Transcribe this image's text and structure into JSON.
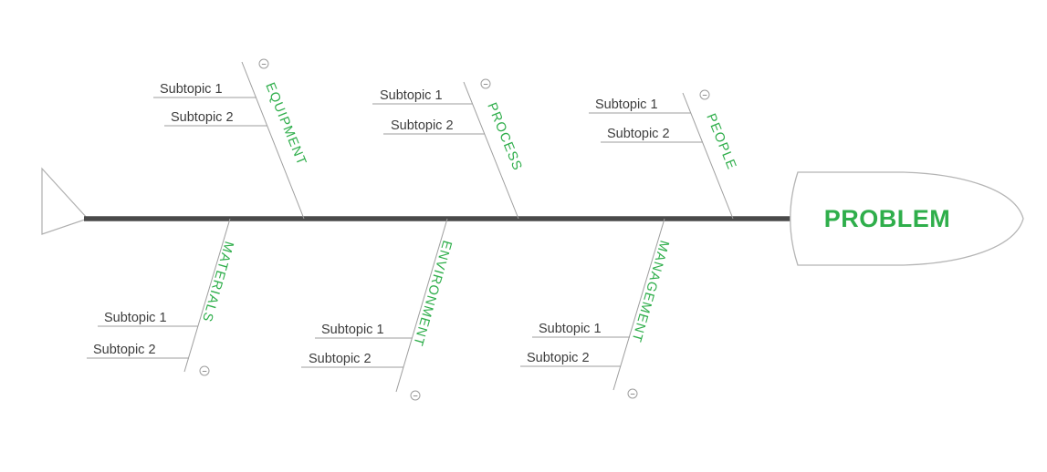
{
  "diagram": {
    "type": "fishbone",
    "problem": {
      "label": "PROBLEM"
    },
    "collapse_glyph": "−",
    "colors": {
      "accent_green": "#2fae4b",
      "spine_gray": "#4a4a4a",
      "line_gray": "#9e9e9e",
      "text_dark": "#3d3d3d",
      "background": "#ffffff"
    },
    "categories": [
      {
        "name": "EQUIPMENT",
        "side": "top",
        "subtopics": [
          "Subtopic 1",
          "Subtopic 2"
        ]
      },
      {
        "name": "PROCESS",
        "side": "top",
        "subtopics": [
          "Subtopic 1",
          "Subtopic 2"
        ]
      },
      {
        "name": "PEOPLE",
        "side": "top",
        "subtopics": [
          "Subtopic 1",
          "Subtopic 2"
        ]
      },
      {
        "name": "MATERIALS",
        "side": "bottom",
        "subtopics": [
          "Subtopic 1",
          "Subtopic 2"
        ]
      },
      {
        "name": "ENVIRONMENT",
        "side": "bottom",
        "subtopics": [
          "Subtopic 1",
          "Subtopic 2"
        ]
      },
      {
        "name": "MANAGEMENT",
        "side": "bottom",
        "subtopics": [
          "Subtopic 1",
          "Subtopic 2"
        ]
      }
    ]
  }
}
